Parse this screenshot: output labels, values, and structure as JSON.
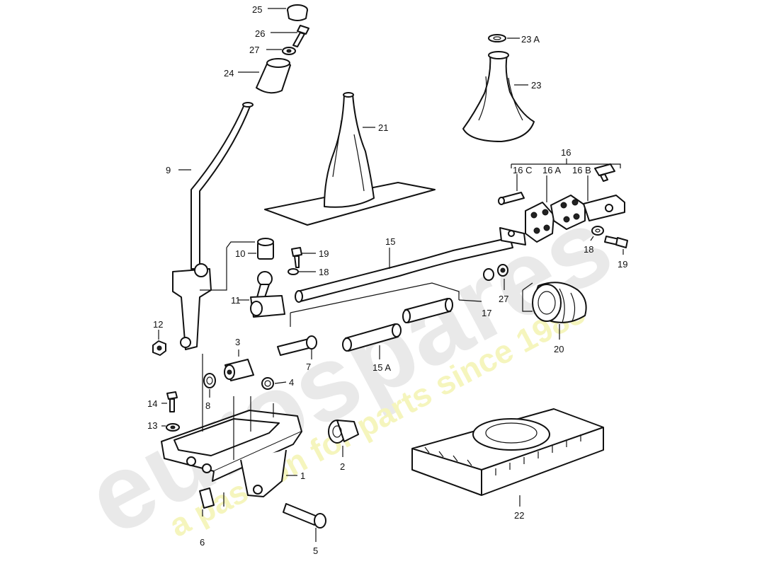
{
  "diagram": {
    "labels": {
      "l1": "1",
      "l2": "2",
      "l3": "3",
      "l4": "4",
      "l5": "5",
      "l6": "6",
      "l7": "7",
      "l8": "8",
      "l9": "9",
      "l10": "10",
      "l11": "11",
      "l12": "12",
      "l13": "13",
      "l14": "14",
      "l15": "15",
      "l15a": "15 A",
      "l16": "16",
      "l16a": "16 A",
      "l16b": "16 B",
      "l16c": "16 C",
      "l17": "17",
      "l18a": "18",
      "l18b": "18",
      "l19a": "19",
      "l19b": "19",
      "l20": "20",
      "l21": "21",
      "l22": "22",
      "l23": "23",
      "l23a": "23 A",
      "l24": "24",
      "l25": "25",
      "l26": "26",
      "l27a": "27",
      "l27b": "27"
    }
  },
  "watermark": {
    "brand": "eurospares",
    "tagline": "a passion for parts since 1985",
    "colors": {
      "brand": "#d8d8d8",
      "tagline": "#eeee88"
    }
  }
}
